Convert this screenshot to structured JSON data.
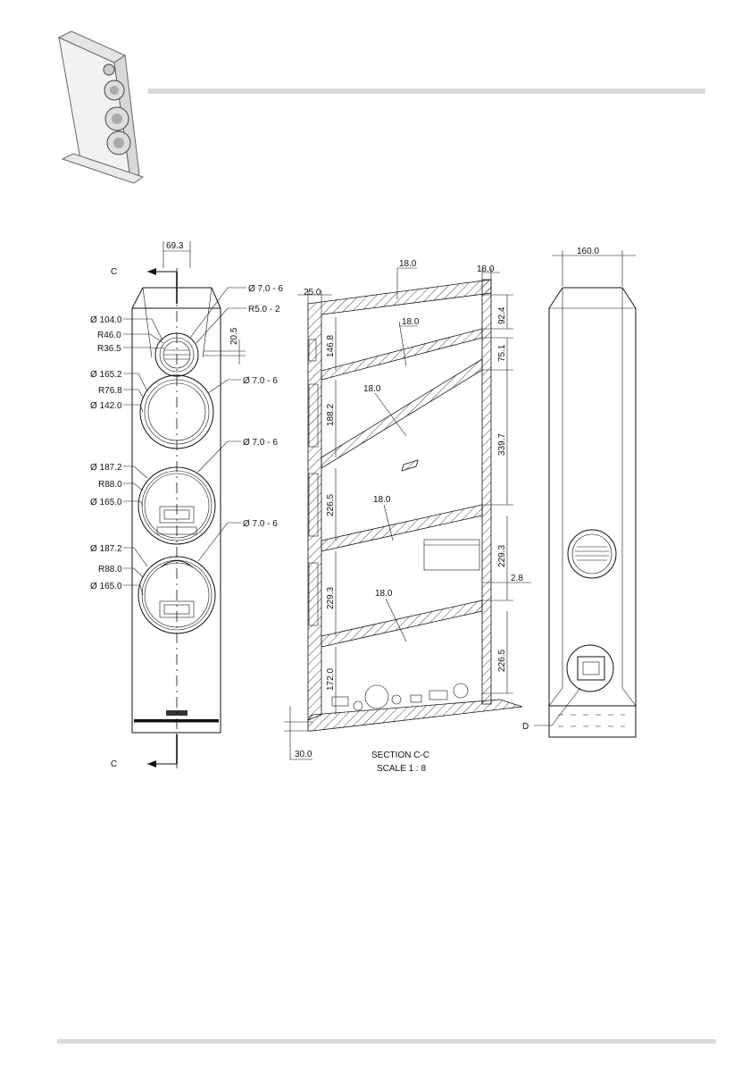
{
  "front_view": {
    "section_marker_top": "C",
    "section_marker_bottom": "C",
    "dims": {
      "width_top": "69.3",
      "hole_tweeter": "Ø 7.0 - 6",
      "tweeter_radius_fillet": "R5.0 - 2",
      "tweeter_dia": "Ø 104.0",
      "tweeter_r46": "R46.0",
      "tweeter_r36": "R36.5",
      "offset_20": "20.5",
      "mid_dia": "Ø 165.2",
      "mid_r76": "R76.8",
      "mid_dia142": "Ø 142.0",
      "mid_holes": "Ø 7.0 - 6",
      "woofer1_holes": "Ø 7.0 - 6",
      "woofer1_dia": "Ø 187.2",
      "woofer1_r88": "R88.0",
      "woofer1_dia165": "Ø 165.0",
      "woofer2_holes": "Ø 7.0 - 6",
      "woofer2_dia": "Ø 187.2",
      "woofer2_r88": "R88.0",
      "woofer2_dia165": "Ø 165.0"
    }
  },
  "section_view": {
    "title": "SECTION C-C",
    "scale": "SCALE 1 : 8",
    "dims": {
      "front_thickness": "25.0",
      "top_thickness": "18.0",
      "rear_thickness": "18.0",
      "shelf1": "18.0",
      "shelf2": "18.0",
      "shelf3": "18.0",
      "shelf4": "18.0",
      "h1": "146.8",
      "h2": "188.2",
      "h3": "226.5",
      "h4": "229.3",
      "h5": "172.0",
      "r1": "92.4",
      "r2": "75.1",
      "r3": "339.7",
      "r4": "229.3",
      "r5": "226.5",
      "port_gap": "2.8",
      "base": "30.0"
    }
  },
  "rear_view": {
    "width": "160.0",
    "detail_marker": "D"
  }
}
